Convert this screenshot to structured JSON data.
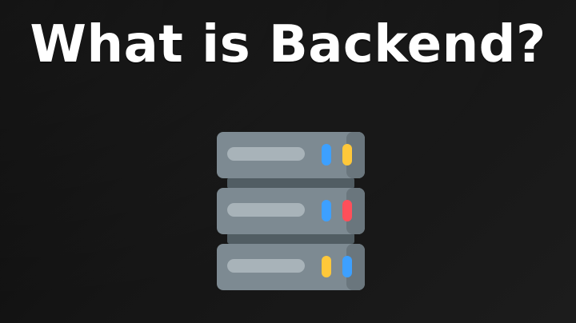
{
  "title": "What is Backend?",
  "icon": {
    "name": "server-rack-icon",
    "colors": {
      "body": "#7d8a92",
      "body_shadow": "#6a767d",
      "connector": "#515d63",
      "slot": "#a8b3b9",
      "blue": "#3da0ff",
      "yellow": "#ffc83a",
      "red": "#ff4f5a"
    },
    "units": [
      {
        "lights": [
          "blue",
          "yellow"
        ]
      },
      {
        "lights": [
          "blue",
          "red"
        ]
      },
      {
        "lights": [
          "yellow",
          "blue"
        ]
      }
    ]
  }
}
